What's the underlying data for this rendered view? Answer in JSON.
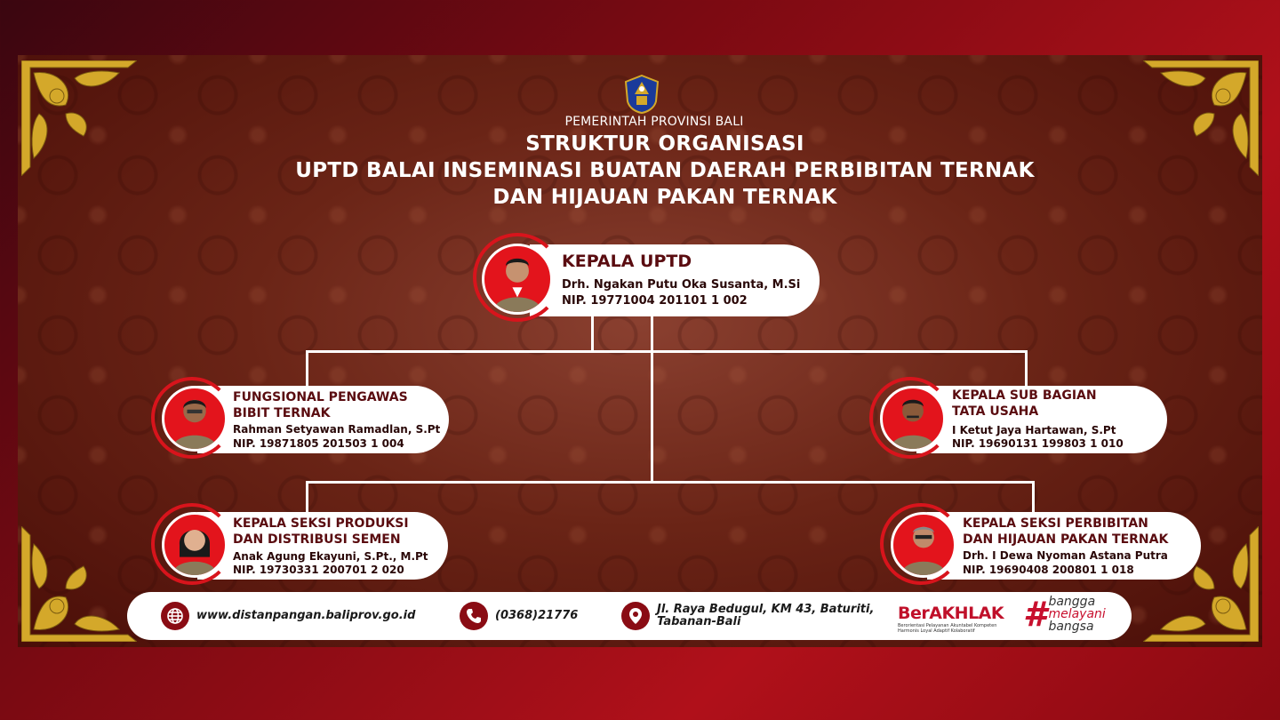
{
  "header": {
    "government": "PEMERINTAH PROVINSI BALI",
    "title_line1": "STRUKTUR ORGANISASI",
    "title_line2": "UPTD BALAI INSEMINASI BUATAN DAERAH PERBIBITAN TERNAK",
    "title_line3": "DAN HIJAUAN PAKAN TERNAK"
  },
  "nodes": {
    "head": {
      "title": "KEPALA UPTD",
      "name": "Drh. Ngakan Putu Oka Susanta, M.Si",
      "nip": "NIP. 19771004 201101 1 002"
    },
    "functional": {
      "title_line1": "FUNGSIONAL PENGAWAS",
      "title_line2": "BIBIT TERNAK",
      "name": "Rahman Setyawan Ramadlan, S.Pt",
      "nip": "NIP. 19871805 201503 1 004"
    },
    "subbagian": {
      "title_line1": "KEPALA SUB BAGIAN",
      "title_line2": "TATA USAHA",
      "name": "I Ketut Jaya Hartawan, S.Pt",
      "nip": "NIP. 19690131 199803 1 010"
    },
    "produksi": {
      "title_line1": "KEPALA SEKSI PRODUKSI",
      "title_line2": "DAN DISTRIBUSI SEMEN",
      "name": "Anak Agung Ekayuni, S.Pt., M.Pt",
      "nip": "NIP. 19730331 200701 2 020"
    },
    "perbibitan": {
      "title_line1": "KEPALA SEKSI PERBIBITAN",
      "title_line2": "DAN HIJAUAN PAKAN TERNAK",
      "name": "Drh. I Dewa Nyoman Astana Putra",
      "nip": "NIP. 19690408 200801 1 018"
    }
  },
  "footer": {
    "website": "www.distanpangan.baliprov.go.id",
    "phone": "(0368)21776",
    "address_line1": "Jl. Raya Bedugul, KM 43, Baturiti,",
    "address_line2": "Tabanan-Bali",
    "brand": "BerAKHLAK",
    "brand_sub": "Berorientasi Pelayanan Akuntabel Kompeten Harmonis Loyal Adaptif Kolaboratif",
    "hashtag": "#",
    "tag_line1": "bangga",
    "tag_line2": "melayani",
    "tag_line3": "bangsa"
  },
  "icons": {
    "website": "globe-icon",
    "phone": "phone-icon",
    "address": "location-pin-icon"
  },
  "colors": {
    "accent_red": "#d8141c",
    "dark_red": "#5a0c10",
    "footer_icon": "#8a0c14"
  }
}
